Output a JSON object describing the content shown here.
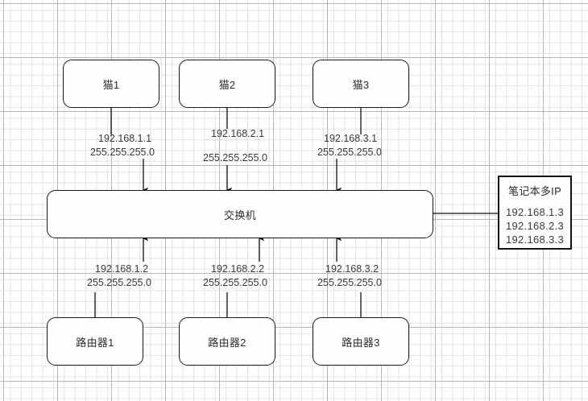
{
  "diagram": {
    "type": "network-topology",
    "background": "grid-paper",
    "line_color": "#111111",
    "box_border_color": "#1a1a1a"
  },
  "modems": [
    {
      "label": "猫1"
    },
    {
      "label": "猫2"
    },
    {
      "label": "猫3"
    }
  ],
  "switch": {
    "label": "交换机"
  },
  "routers": [
    {
      "label": "路由器1"
    },
    {
      "label": "路由器2"
    },
    {
      "label": "路由器3"
    }
  ],
  "laptop": {
    "title": "笔记本多IP",
    "ips": [
      "192.168.1.3",
      "192.168.2.3",
      "192.168.3.3"
    ],
    "ip_line_1": "192.168.1.3",
    "ip_line_2": "192.168.2.3",
    "ip_line_3": "192.168.3.3"
  },
  "uplink_labels": [
    {
      "ip": "192.168.1.1",
      "mask": "255.255.255.0"
    },
    {
      "ip": "192.168.2.1",
      "mask": "255.255.255.0"
    },
    {
      "ip": "192.168.3.1",
      "mask": "255.255.255.0"
    }
  ],
  "downlink_labels": [
    {
      "ip": "192.168.1.2",
      "mask": "255.255.255.0"
    },
    {
      "ip": "192.168.2.2",
      "mask": "255.255.255.0"
    },
    {
      "ip": "192.168.3.2",
      "mask": "255.255.255.0"
    }
  ]
}
